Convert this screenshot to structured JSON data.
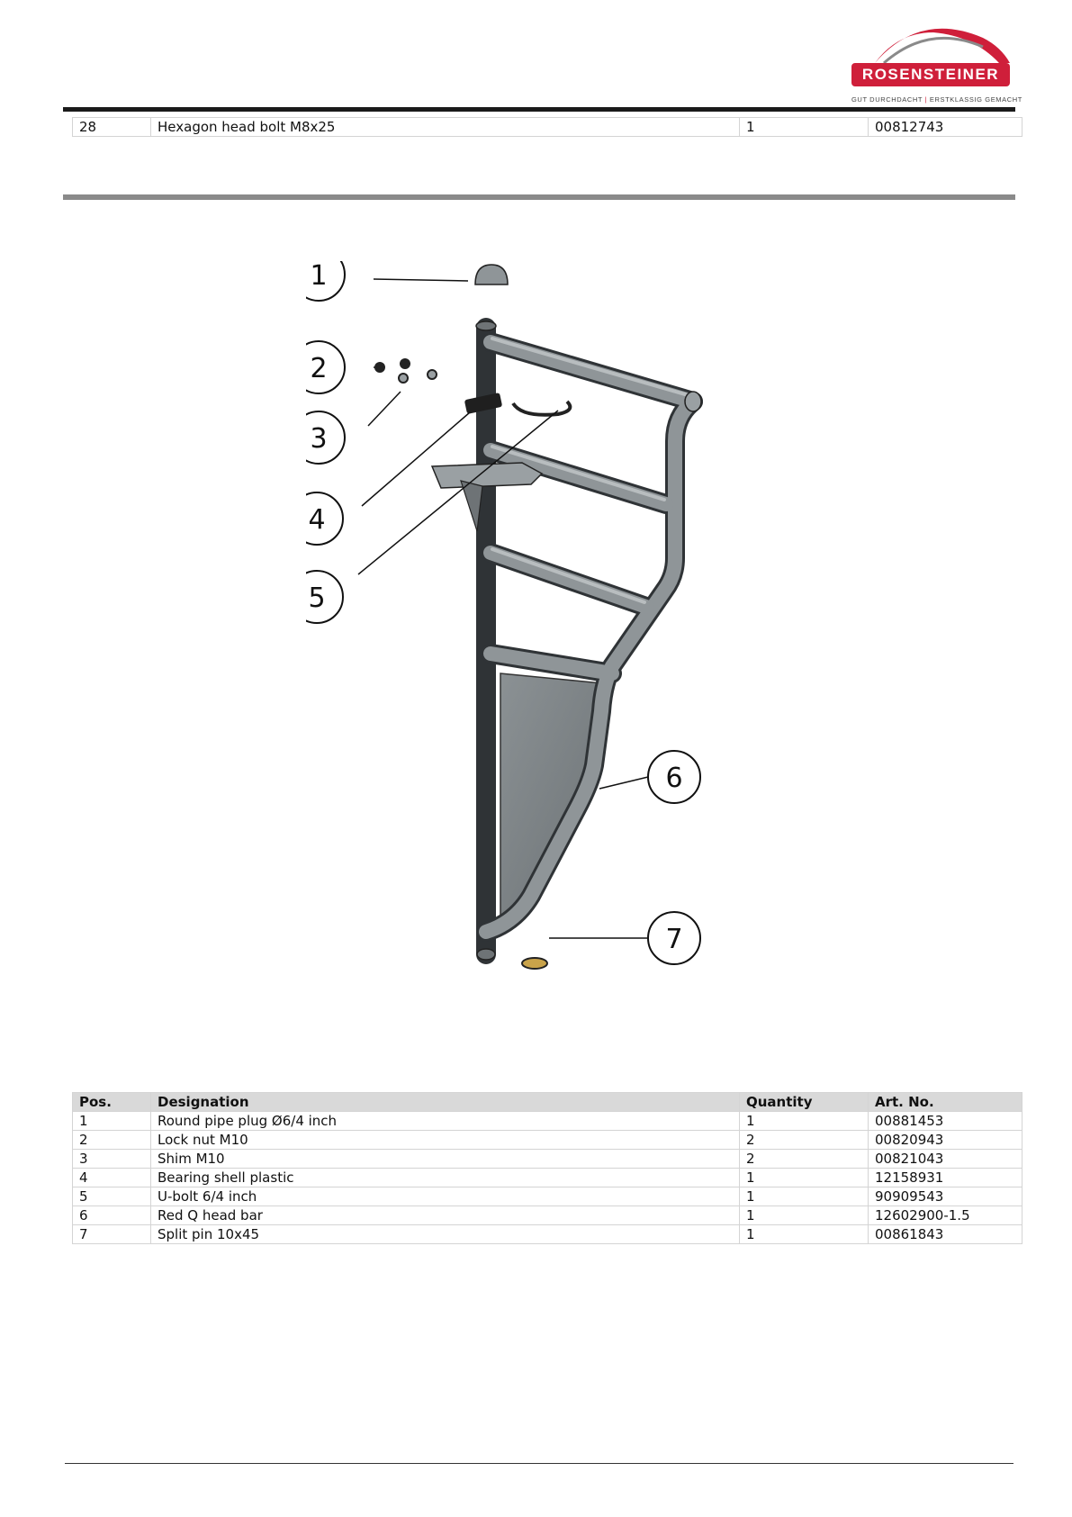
{
  "brand": {
    "name": "ROSENSTEINER",
    "tagline_left": "GUT DURCHDACHT",
    "tagline_right": "ERSTKLASSIG GEMACHT",
    "color": "#cf1f3a"
  },
  "top_table": {
    "rows": [
      [
        "28",
        "Hexagon head bolt M8x25",
        "1",
        "00812743"
      ]
    ]
  },
  "diagram": {
    "callouts": [
      "1",
      "2",
      "3",
      "4",
      "5",
      "6",
      "7"
    ]
  },
  "bom_table": {
    "headers": [
      "Pos.",
      "Designation",
      "Quantity",
      "Art. No."
    ],
    "rows": [
      [
        "1",
        "Round pipe plug Ø6/4 inch",
        "1",
        "00881453"
      ],
      [
        "2",
        "Lock nut M10",
        "2",
        "00820943"
      ],
      [
        "3",
        "Shim M10",
        "2",
        "00821043"
      ],
      [
        "4",
        "Bearing shell plastic",
        "1",
        "12158931"
      ],
      [
        "5",
        "U-bolt 6/4 inch",
        "1",
        "90909543"
      ],
      [
        "6",
        "Red Q head bar",
        "1",
        "12602900-1.5"
      ],
      [
        "7",
        "Split pin 10x45",
        "1",
        "00861843"
      ]
    ]
  }
}
